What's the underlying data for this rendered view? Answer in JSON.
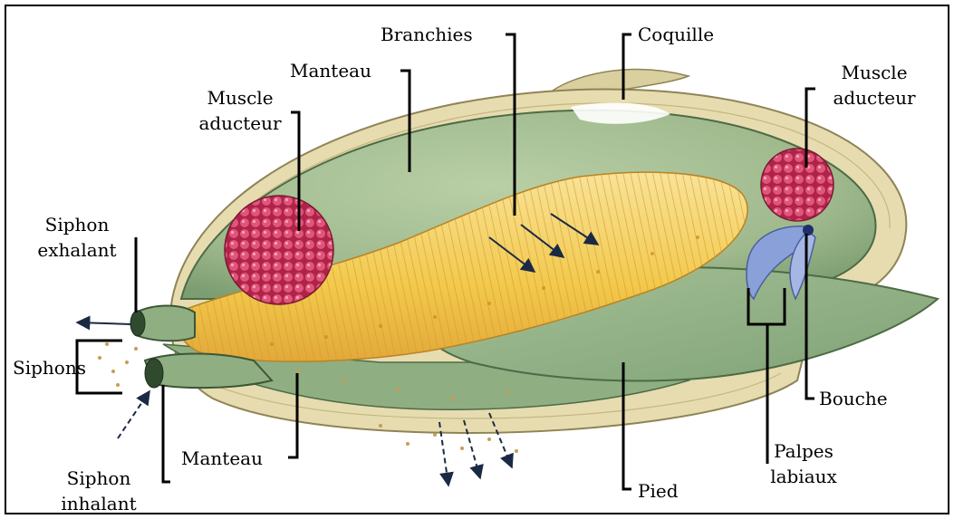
{
  "labels": {
    "branchies": "Branchies",
    "coquille": "Coquille",
    "manteau_top": "Manteau",
    "muscle_left_1": "Muscle",
    "muscle_left_2": "aducteur",
    "muscle_right_1": "Muscle",
    "muscle_right_2": "aducteur",
    "siphon_exh_1": "Siphon",
    "siphon_exh_2": "exhalant",
    "siphons": "Siphons",
    "manteau_bottom": "Manteau",
    "siphon_inh_1": "Siphon",
    "siphon_inh_2": "inhalant",
    "bouche": "Bouche",
    "palpes_1": "Palpes",
    "palpes_2": "labiaux",
    "pied": "Pied"
  },
  "colors": {
    "shell_outer": "#d9cf9f",
    "shell_inner": "#efe7c4",
    "mantle": "#9fb98d",
    "mantle_dark": "#6f9266",
    "gill": "#f2c94c",
    "gill_light": "#f8e39a",
    "muscle": "#c8325a",
    "palp": "#8aa0d8",
    "outline": "#2d3d2a"
  }
}
